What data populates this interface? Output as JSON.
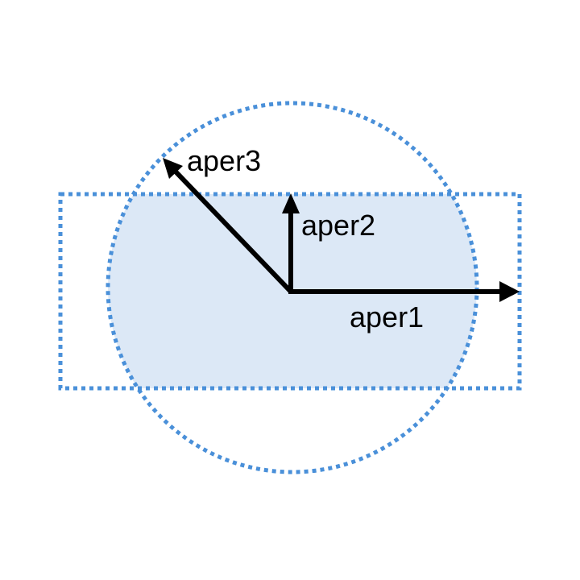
{
  "colors": {
    "background": "#ffffff",
    "region_fill": "#dce8f6",
    "outline": "#4a90d9",
    "arrow": "#000000"
  },
  "labels": {
    "aper1": "aper1",
    "aper2": "aper2",
    "aper3": "aper3"
  }
}
